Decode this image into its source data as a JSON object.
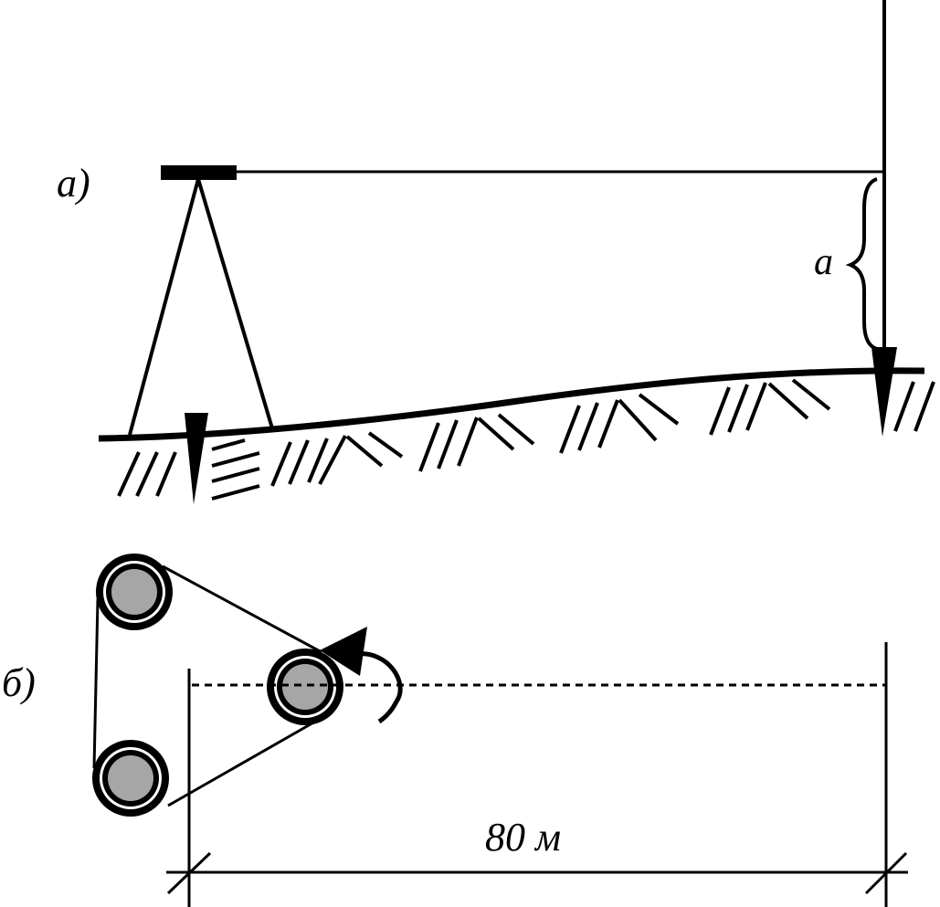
{
  "labels": {
    "part_a": "а)",
    "part_b": "б)",
    "height": "a",
    "distance": "80 м"
  },
  "colors": {
    "ink": "#000000",
    "wheel_fill": "#a6a6a6",
    "background": "#ffffff"
  }
}
